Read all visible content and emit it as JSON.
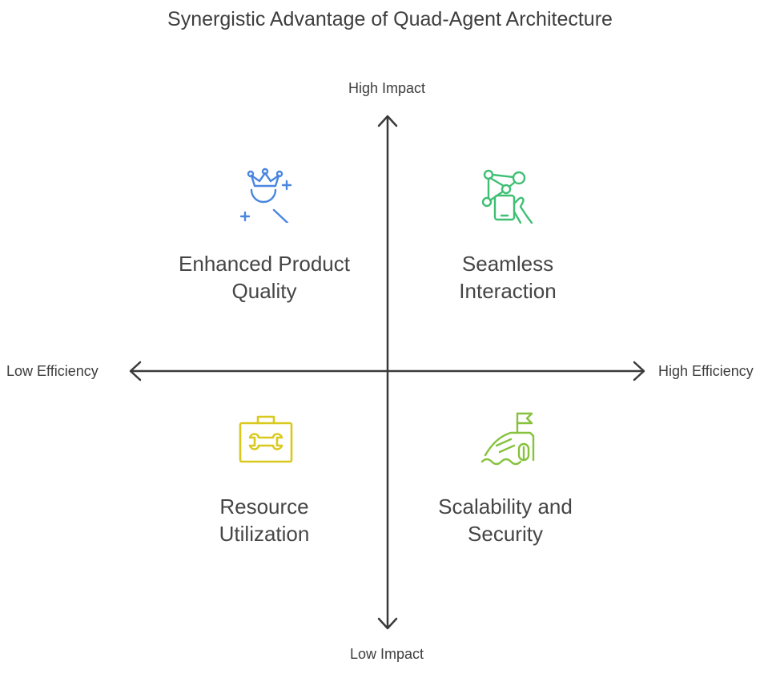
{
  "title": "Synergistic Advantage of Quad-Agent Architecture",
  "axes": {
    "top": "High Impact",
    "bottom": "Low Impact",
    "left": "Low Efficiency",
    "right": "High Efficiency"
  },
  "quadrants": {
    "top_left": {
      "line1": "Enhanced Product",
      "line2": "Quality",
      "icon": "crown-magnifier-icon",
      "color": "#4a86e0"
    },
    "top_right": {
      "line1": "Seamless",
      "line2": "Interaction",
      "icon": "network-phone-icon",
      "color": "#3fbf73"
    },
    "bottom_left": {
      "line1": "Resource",
      "line2": "Utilization",
      "icon": "toolbox-wrench-icon",
      "color": "#d9c91e"
    },
    "bottom_right": {
      "line1": "Scalability and",
      "line2": "Security",
      "icon": "island-flag-icon",
      "color": "#86c23c"
    }
  }
}
